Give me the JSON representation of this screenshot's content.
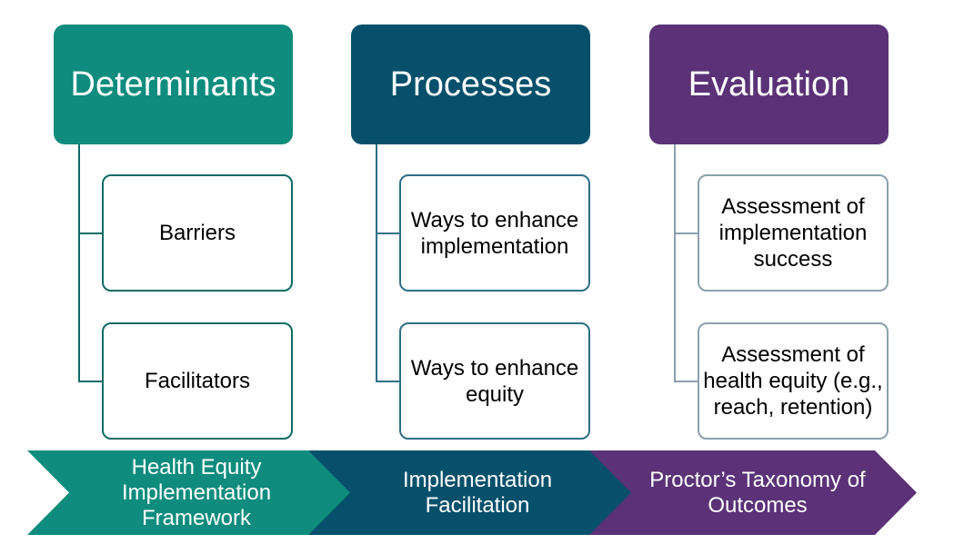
{
  "colors": {
    "teal": "#0f8c7d",
    "navy": "#07506b",
    "purple": "#5b3277",
    "teal_line": "#0e6b66",
    "navy_line": "#2d6f88",
    "purple_line": "#8aa1ac"
  },
  "columns": [
    {
      "heading": "Determinants",
      "items": [
        "Barriers",
        "Facilitators"
      ]
    },
    {
      "heading": "Processes",
      "items": [
        "Ways to enhance implementation",
        "Ways to enhance equity"
      ]
    },
    {
      "heading": "Evaluation",
      "items": [
        "Assessment of implementation success",
        "Assessment of health equity (e.g., reach, retention)"
      ]
    }
  ],
  "chevrons": [
    "Health Equity Implementation Framework",
    "Implementation Facilitation",
    "Proctor’s Taxonomy of Outcomes"
  ]
}
